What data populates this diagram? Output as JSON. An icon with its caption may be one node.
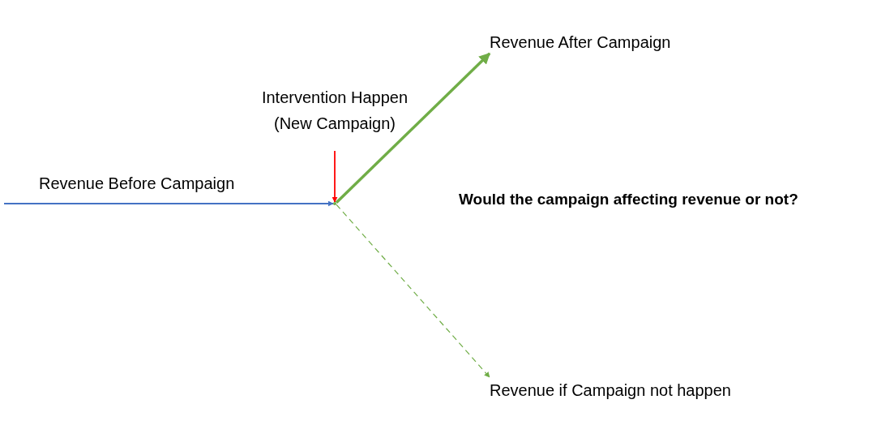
{
  "diagram": {
    "nodes": [
      {
        "text": [
          "Intervention Happen (New Campaign)"
        ]
      },
      {
        "text": [],
        "shape": "dot"
      },
      {
        "text": [
          "Revenue After Campaign"
        ]
      },
      {
        "text": [
          "Revenue if Campaign not happen"
        ]
      }
    ],
    "edges": [
      {
        "from": null,
        "to": 1,
        "arrow": "to",
        "label": "Revenue Before Campaign",
        "color": "#4472c4"
      },
      {
        "from": 0,
        "to": 1,
        "arrow": "to",
        "color": "#ff0000"
      },
      {
        "from": 1,
        "to": 2,
        "arrow": "to",
        "style": "thick"
      },
      {
        "from": 1,
        "to": 3,
        "arrow": "to",
        "style": "dashed"
      }
    ],
    "labels": [
      "Would the campaign affecting revenue or not?"
    ]
  }
}
